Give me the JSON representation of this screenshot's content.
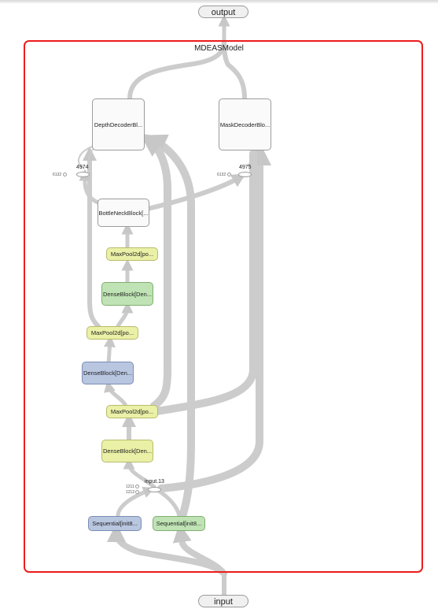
{
  "graph": {
    "output_label": "output",
    "input_label": "input",
    "model_title": "MDEASModel"
  },
  "nodes": {
    "depth_decoder": "DepthDecoderBl...",
    "mask_decoder": "MaskDecoderBlo...",
    "bottleneck": "BottleNeckBlock[...",
    "maxpool_top": "MaxPool2d[po...",
    "dense_green_upper": "DenseBlock[Den...",
    "maxpool_mid": "MaxPool2d[po...",
    "dense_blue": "DenseBlock[Den...",
    "maxpool_low": "MaxPool2d[po...",
    "dense_yellow_low": "DenseBlock[Den...",
    "seq_blue": "Sequential[init8...",
    "seq_green": "Sequential[init8..."
  },
  "ports": {
    "aux_4974": "4974",
    "aux_4975": "4975",
    "in_6132_a": "6132",
    "in_6132_b": "6132",
    "input13": "input.13",
    "in_1211": "1211",
    "in_1212": "1212"
  },
  "colors": {
    "model_border": "#ee1c1c",
    "edge": "#cccccc",
    "node_white": "#fafafa",
    "node_yellow": "#eaf0a6",
    "node_green": "#bfe3b4",
    "node_blue": "#b9c6e0"
  }
}
